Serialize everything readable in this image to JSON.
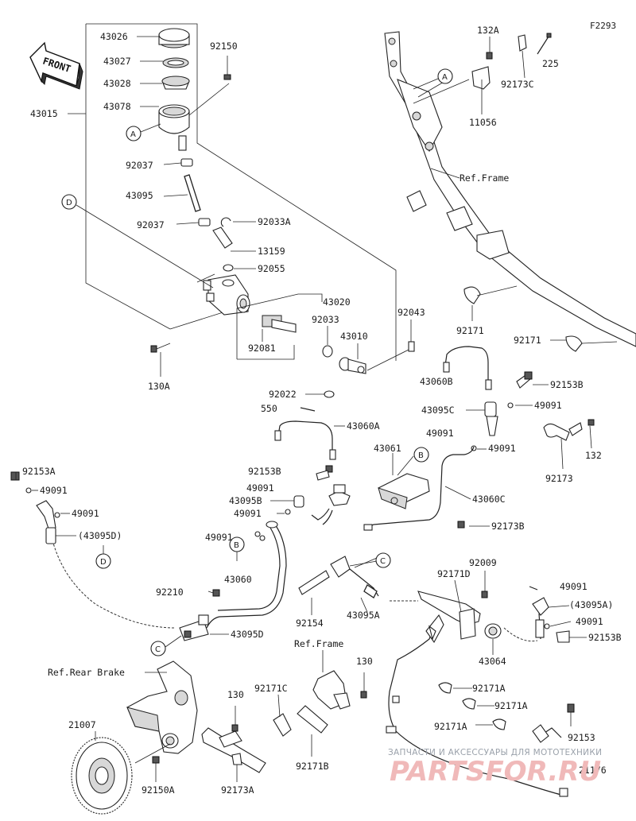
{
  "diagram_code": "F2293",
  "front_label": "FRONT",
  "watermark": {
    "line1": "ЗАПЧАСТИ И АКСЕССУАРЫ ДЛЯ МОТОТЕХНИКИ",
    "line2": "PARTSFOR.RU"
  },
  "labels": [
    "43026",
    "43027",
    "43028",
    "43078",
    "92150",
    "43015",
    "92037",
    "43095",
    "92037",
    "92033A",
    "13159",
    "92055",
    "43020",
    "92033",
    "92081",
    "43010",
    "92043",
    "130A",
    "92022",
    "550",
    "43060A",
    "92153B",
    "49091",
    "43095B",
    "49091",
    "49091",
    "43060",
    "92210",
    "43095D",
    "92153A",
    "49091",
    "49091",
    "(43095D)",
    "132A",
    "225",
    "92173C",
    "11056",
    "Ref.Frame",
    "92171",
    "92171",
    "43060B",
    "92153B",
    "43095C",
    "49091",
    "49091",
    "49091",
    "132",
    "92173",
    "43061",
    "43060C",
    "92173B",
    "92154",
    "43095A",
    "92171D",
    "92009",
    "49091",
    "(43095A)",
    "49091",
    "92153B",
    "43064",
    "Ref.Rear Brake",
    "21007",
    "92150A",
    "130",
    "92173A",
    "Ref.Frame",
    "130",
    "92171C",
    "92171B",
    "92171A",
    "92171A",
    "92171A",
    "92153",
    "21176"
  ],
  "callouts": [
    "A",
    "A",
    "D",
    "D",
    "B",
    "B",
    "C",
    "C"
  ]
}
